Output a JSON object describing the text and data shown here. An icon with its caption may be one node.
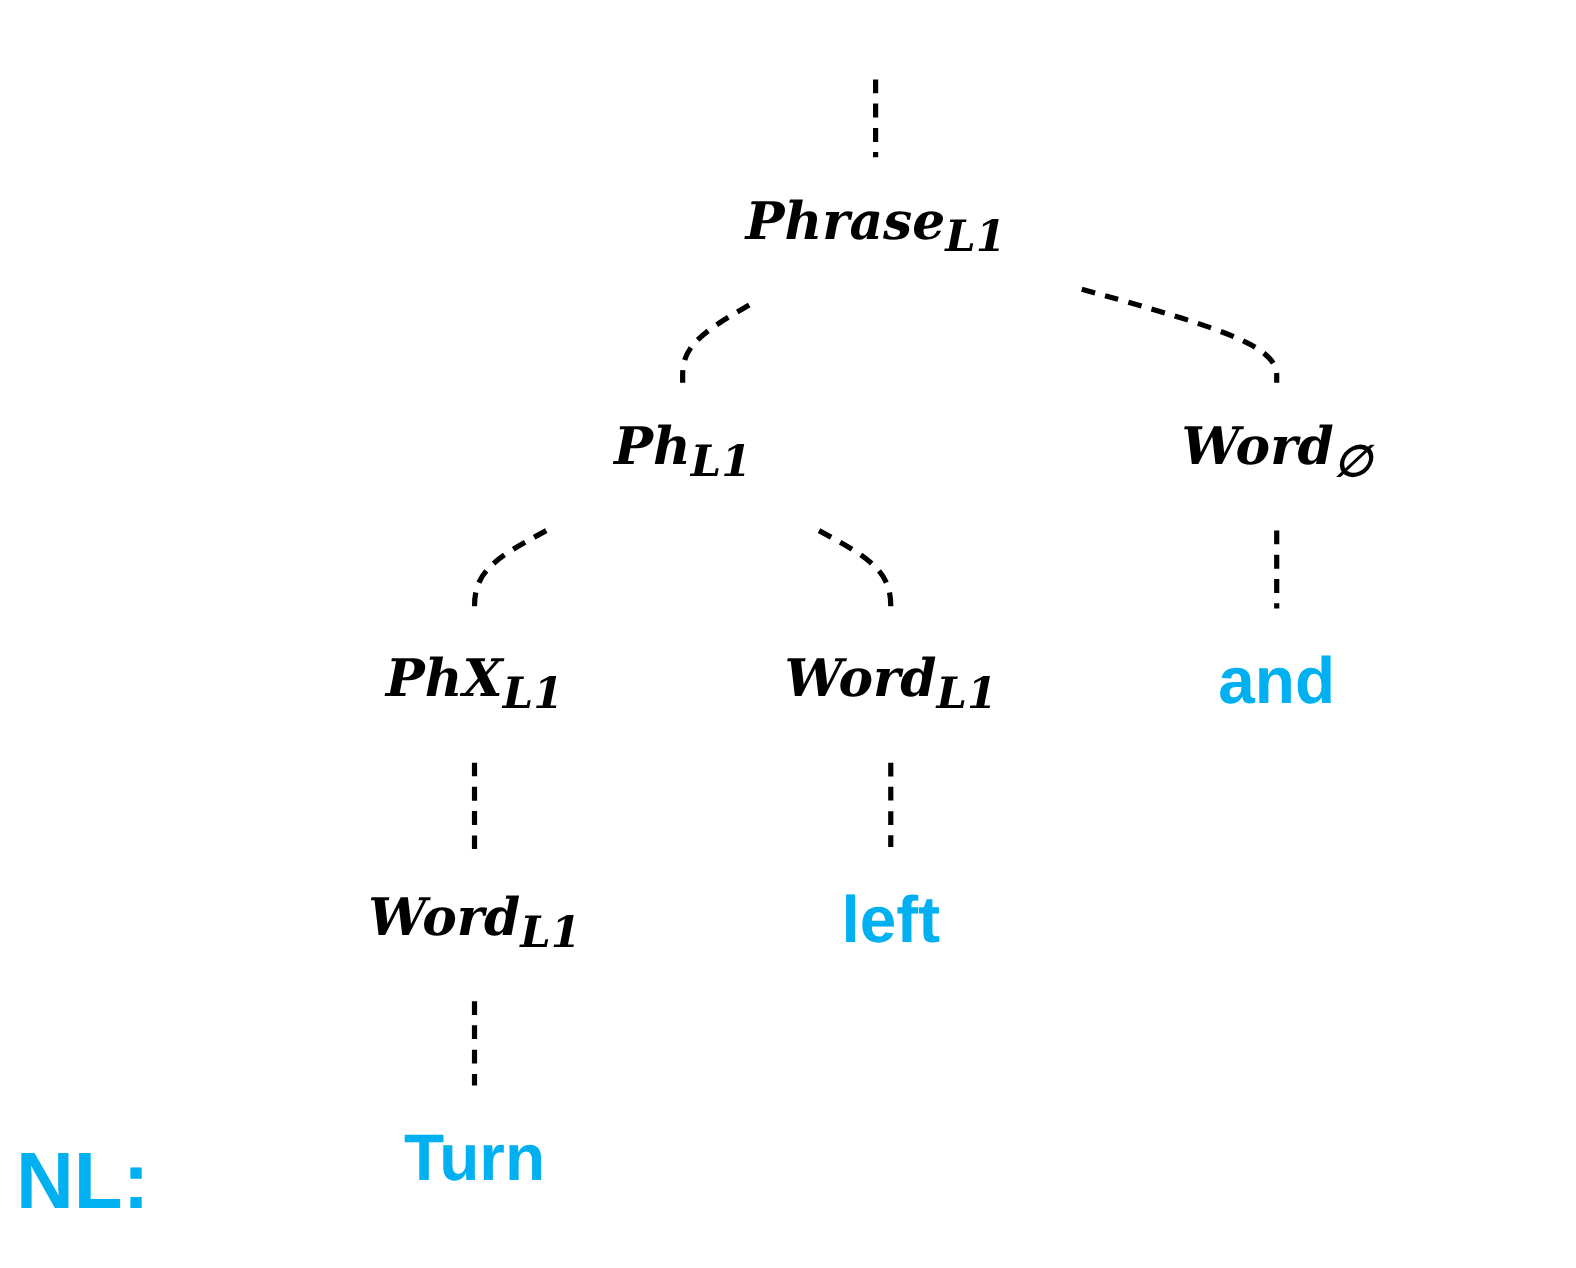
{
  "diagram": {
    "nodes": [
      {
        "text": [
          "Phrase$_{L1}$"
        ]
      },
      {
        "text": [
          "Ph$_{L1}$"
        ]
      },
      {
        "text": [
          "Word$_{∅}$"
        ]
      },
      {
        "text": [
          "PhX$_{L1}$"
        ]
      },
      {
        "text": [
          "Word$_{L1}$"
        ]
      },
      {
        "text": [
          "Word$_{L1}$"
        ]
      },
      {
        "text": [
          "Turn"
        ]
      },
      {
        "text": [
          "left"
        ]
      },
      {
        "text": [
          "and"
        ]
      }
    ],
    "edges": [
      {
        "from": null,
        "to": 0,
        "arrow": "none",
        "style": "dashed"
      },
      {
        "from": 0,
        "to": 1,
        "arrow": "none",
        "style": "dashed"
      },
      {
        "from": 0,
        "to": 2,
        "arrow": "none",
        "style": "dashed"
      },
      {
        "from": 1,
        "to": 3,
        "arrow": "none",
        "style": "dashed"
      },
      {
        "from": 1,
        "to": 4,
        "arrow": "none",
        "style": "dashed"
      },
      {
        "from": 3,
        "to": 5,
        "arrow": "none",
        "style": "dashed"
      },
      {
        "from": 5,
        "to": 6,
        "arrow": "none",
        "style": "dashed"
      },
      {
        "from": 4,
        "to": 7,
        "arrow": "none",
        "style": "dashed"
      },
      {
        "from": 2,
        "to": 8,
        "arrow": "none",
        "style": "dashed"
      }
    ],
    "labels": [
      "NL:"
    ]
  }
}
